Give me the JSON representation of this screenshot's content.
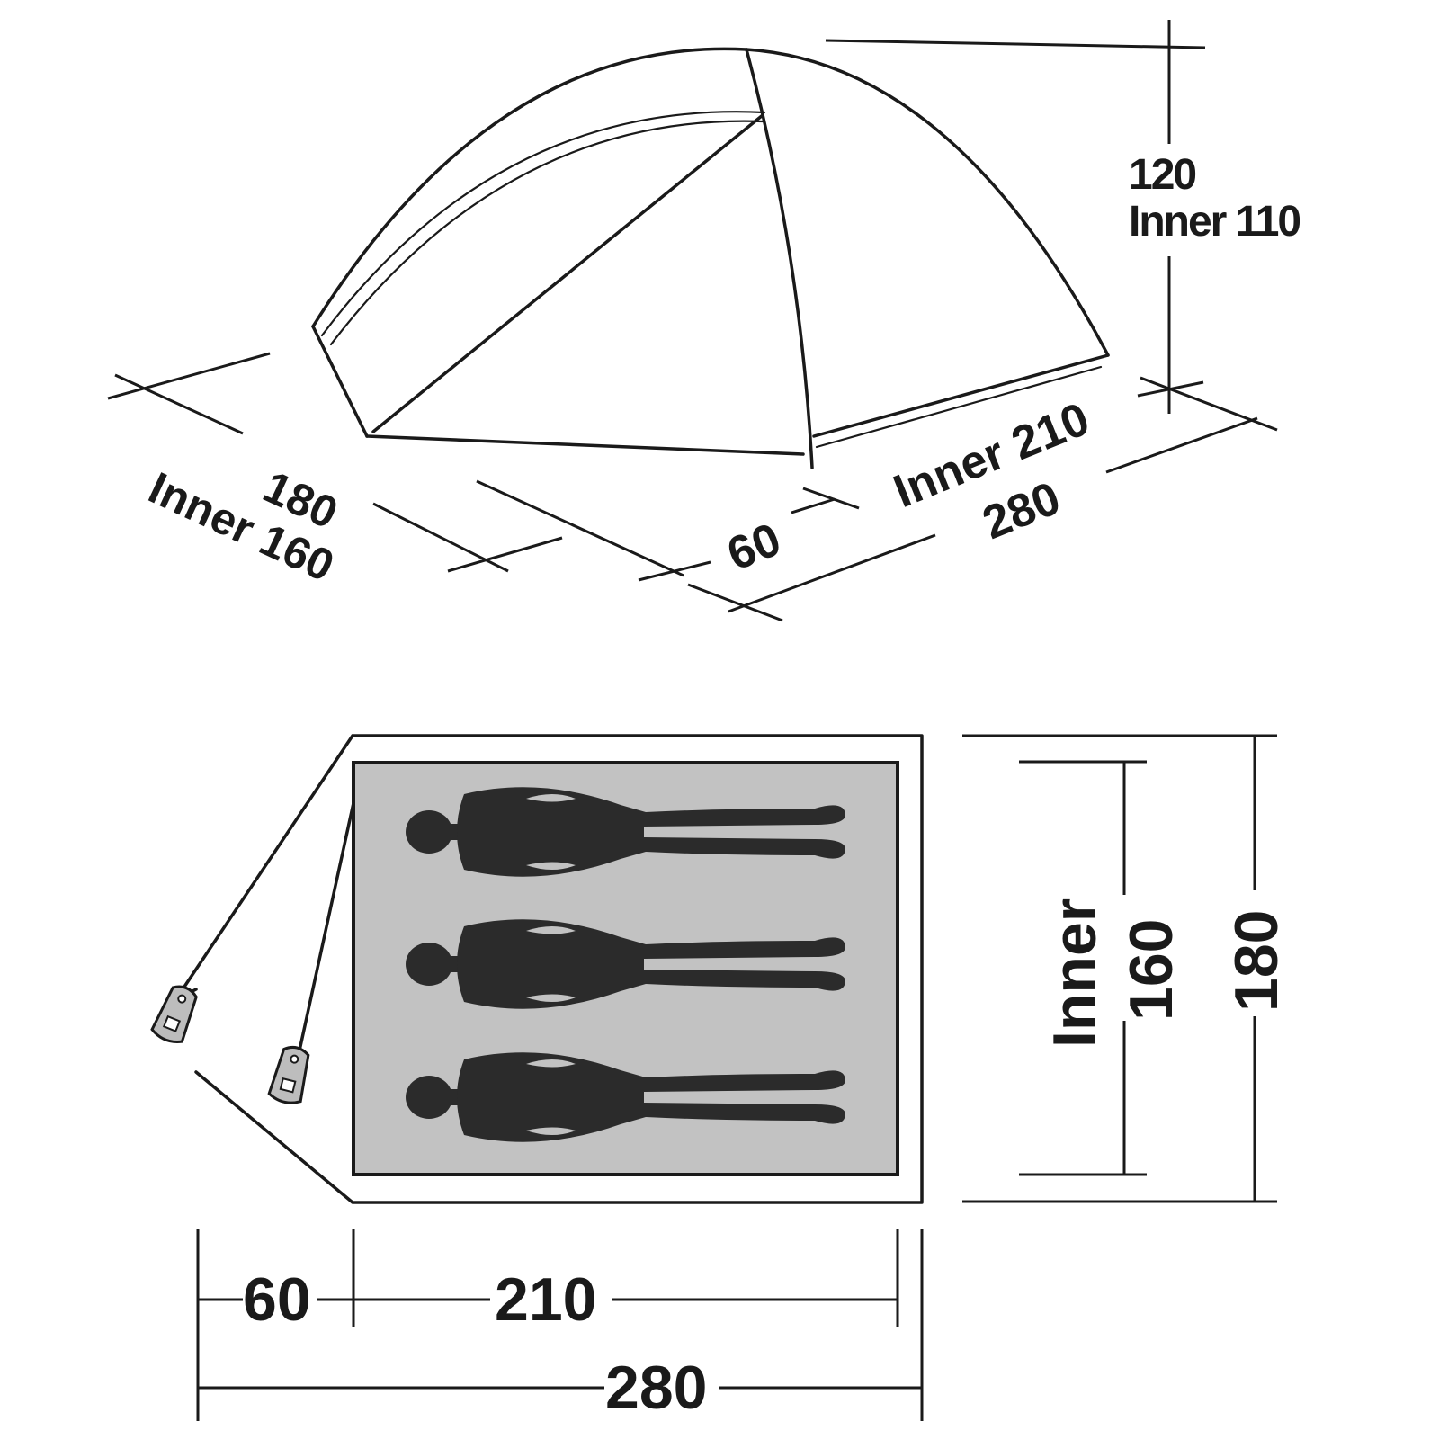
{
  "tent_perspective": {
    "height_label": "120",
    "inner_height_label": "Inner 110",
    "width_label": "180",
    "inner_width_label": "Inner 160",
    "vestibule_label": "60",
    "inner_length_label": "Inner 210",
    "length_label": "280"
  },
  "floor_plan": {
    "occupants": 3,
    "inner_word": "Inner",
    "inner_width_label": "160",
    "width_label": "180",
    "vestibule_label": "60",
    "inner_length_label": "210",
    "length_label": "280"
  },
  "colors": {
    "line": "#1a1a1a",
    "floor_fill": "#c2c2c2",
    "silhouette": "#2b2b2b",
    "peg_fill": "#bdbdbd"
  }
}
